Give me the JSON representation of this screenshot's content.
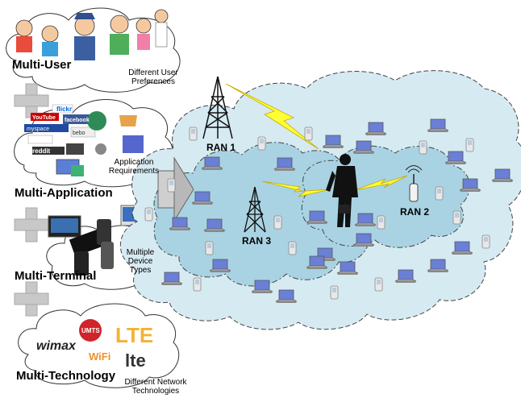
{
  "left_panel": {
    "multi_user": {
      "title": "Multi-User",
      "caption": "Different User Preferences"
    },
    "multi_application": {
      "title": "Multi-Application",
      "caption": "Application Requirements",
      "logos": [
        "flickr",
        "YouTube",
        "facebook",
        "myspace",
        "reddit",
        "bebo"
      ]
    },
    "multi_terminal": {
      "title": "Multi-Terminal",
      "caption": "Multiple Device Types"
    },
    "multi_technology": {
      "title": "Multi-Technology",
      "caption": "Different Network Technologies",
      "logos": [
        "wimax",
        "UMTS",
        "LTE",
        "WiFi",
        "lte"
      ]
    }
  },
  "network": {
    "ran_labels": [
      "RAN 1",
      "RAN 2",
      "RAN 3"
    ]
  },
  "colors": {
    "outer_cloud": "#d6eaf2",
    "inner_cloud": "#a9d3e2",
    "plus_sign": "#c8c8c8",
    "lightning": "#ffff33",
    "laptop_screen": "#6a7fd6"
  }
}
